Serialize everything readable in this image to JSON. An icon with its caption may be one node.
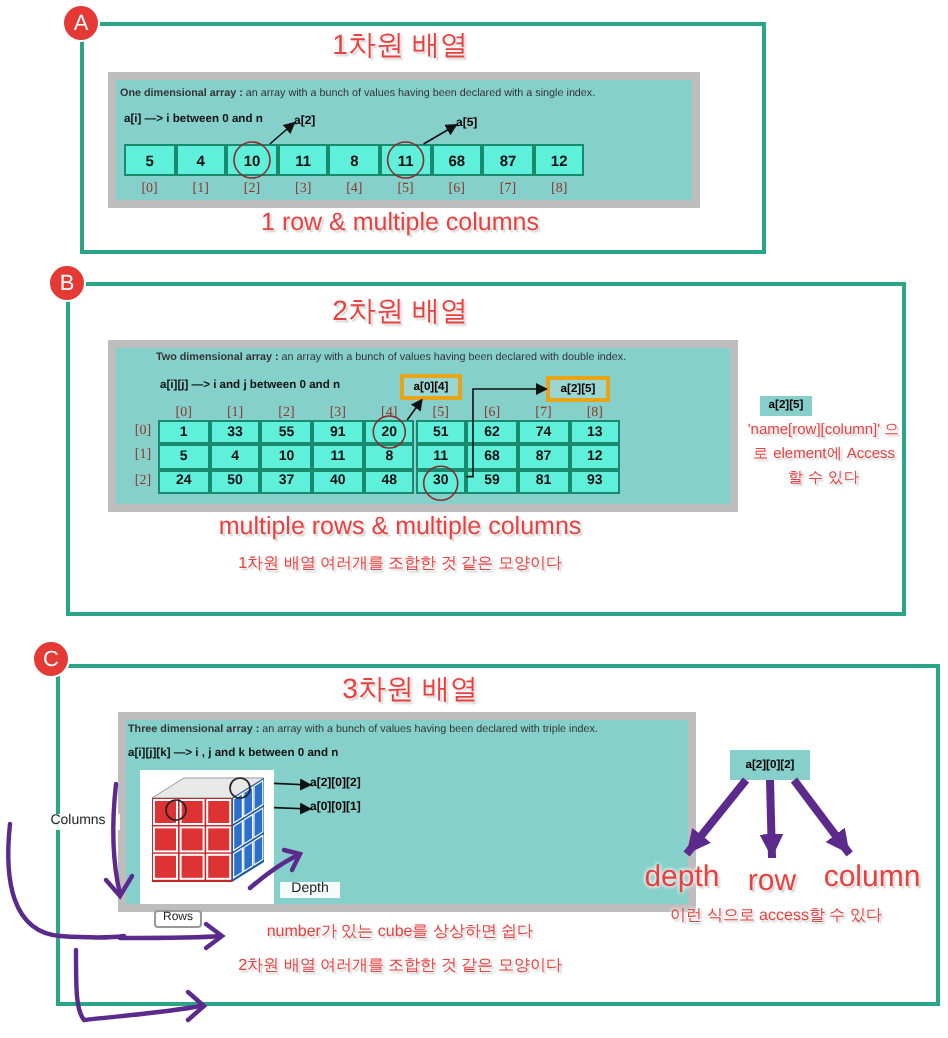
{
  "diagram": {
    "nodes": [
      {
        "text": [
          "1차원 배열",
          "1 row & multiple columns"
        ]
      },
      {
        "text": [
          "A"
        ]
      },
      {
        "text": [
          "**One dimensional array :** an array with a bunch of values having been declared with a single index.",
          "a[i] —> i between 0 and n"
        ],
        "in": 0
      },
      {
        "text": [
          "5"
        ],
        "in": 2,
        "beside": [
          "[0]"
        ]
      },
      {
        "text": [
          "4"
        ],
        "in": 2,
        "beside": [
          "[1]"
        ]
      },
      {
        "text": [
          "10"
        ],
        "in": 2,
        "beside": [
          "[2]"
        ]
      },
      {
        "text": [
          "11"
        ],
        "in": 2,
        "beside": [
          "[3]"
        ]
      },
      {
        "text": [
          "8"
        ],
        "in": 2,
        "beside": [
          "[4]"
        ]
      },
      {
        "text": [
          "11"
        ],
        "in": 2,
        "beside": [
          "[5]"
        ]
      },
      {
        "text": [
          "68"
        ],
        "in": 2,
        "beside": [
          "[6]"
        ]
      },
      {
        "text": [
          "87"
        ],
        "in": 2,
        "beside": [
          "[7]"
        ]
      },
      {
        "text": [
          "12"
        ],
        "in": 2,
        "beside": [
          "[8]"
        ]
      },
      {
        "text": [
          "a[2]"
        ],
        "in": 2
      },
      {
        "text": [
          "a[5]"
        ],
        "in": 2
      },
      {
        "text": [
          "2차원 배열",
          "multiple rows & multiple columns",
          "1차원 배열 여러개를 조합한 것 같은 모양이다"
        ]
      },
      {
        "text": [
          "B"
        ]
      },
      {
        "text": [
          "**Two dimensional array :** an array with a bunch of values having been declared with double index.",
          "a[i][j] —> i and j between 0 and n"
        ],
        "in": 14
      },
      {
        "text": [
          "1"
        ],
        "in": 16
      },
      {
        "text": [
          "33"
        ],
        "in": 16
      },
      {
        "text": [
          "55"
        ],
        "in": 16
      },
      {
        "text": [
          "91"
        ],
        "in": 16
      },
      {
        "text": [
          "20"
        ],
        "in": 16
      },
      {
        "text": [
          "51"
        ],
        "in": 16
      },
      {
        "text": [
          "62"
        ],
        "in": 16
      },
      {
        "text": [
          "74"
        ],
        "in": 16
      },
      {
        "text": [
          "13"
        ],
        "in": 16
      },
      {
        "text": [
          "5"
        ],
        "in": 16
      },
      {
        "text": [
          "4"
        ],
        "in": 16
      },
      {
        "text": [
          "10"
        ],
        "in": 16
      },
      {
        "text": [
          "11"
        ],
        "in": 16
      },
      {
        "text": [
          "8"
        ],
        "in": 16
      },
      {
        "text": [
          "11"
        ],
        "in": 16
      },
      {
        "text": [
          "68"
        ],
        "in": 16
      },
      {
        "text": [
          "87"
        ],
        "in": 16
      },
      {
        "text": [
          "12"
        ],
        "in": 16
      },
      {
        "text": [
          "24"
        ],
        "in": 16
      },
      {
        "text": [
          "50"
        ],
        "in": 16
      },
      {
        "text": [
          "37"
        ],
        "in": 16
      },
      {
        "text": [
          "40"
        ],
        "in": 16
      },
      {
        "text": [
          "48"
        ],
        "in": 16
      },
      {
        "text": [
          "30"
        ],
        "in": 16
      },
      {
        "text": [
          "59"
        ],
        "in": 16
      },
      {
        "text": [
          "81"
        ],
        "in": 16
      },
      {
        "text": [
          "93"
        ],
        "in": 16
      },
      {
        "text": [
          "a[0][4]"
        ],
        "in": 16
      },
      {
        "text": [
          "a[2][5]"
        ],
        "in": 16
      },
      {
        "text": [
          "a[2][5]"
        ],
        "in": 14
      },
      {
        "text": [
          "3차원 배열",
          "number가 있는 cube를 상상하면 쉽다",
          "2차원 배열 여러개를 조합한 것 같은 모양이다"
        ]
      },
      {
        "text": [
          "C"
        ]
      },
      {
        "text": [
          "**Three dimensional array :** an array with a bunch of values having been declared with triple index.",
          "a[i][j][k] —> i , j and k between 0 and n"
        ],
        "in": 47
      },
      {
        "text": [],
        "shape": "picture",
        "in": 49,
        "beside": [
          "Depth",
          "Rows"
        ]
      },
      {
        "text": [
          "a[2][0][2]"
        ],
        "in": 49
      },
      {
        "text": [
          "a[0][0][1]"
        ],
        "in": 49
      },
      {
        "text": [
          "a[2][0][2]"
        ],
        "in": 47
      },
      {
        "text": [
          "depth"
        ],
        "in": 47
      },
      {
        "text": [
          "row"
        ],
        "in": 47
      },
      {
        "text": [
          "column"
        ],
        "in": 47
      }
    ],
    "edges": [
      {
        "from": 5,
        "to": 12,
        "arrow": "to"
      },
      {
        "from": 8,
        "to": 13,
        "arrow": "to"
      },
      {
        "from": 21,
        "to": 44,
        "arrow": "to"
      },
      {
        "from": 40,
        "to": 45,
        "arrow": "to"
      },
      {
        "from": 50,
        "to": 51,
        "arrow": "to"
      },
      {
        "from": 50,
        "to": 52,
        "arrow": "to"
      },
      {
        "from": 53,
        "to": 54,
        "arrow": "to",
        "style": "thick",
        "color": "#5b2a8c"
      },
      {
        "from": 53,
        "to": 55,
        "arrow": "to",
        "style": "thick",
        "color": "#5b2a8c"
      },
      {
        "from": 53,
        "to": 56,
        "arrow": "to",
        "style": "thick",
        "color": "#5b2a8c"
      }
    ],
    "labels": [
      "[0]",
      "[1]",
      "[2]",
      "[3]",
      "[4]",
      "[5]",
      "[6]",
      "[7]",
      "[8]",
      "[0]",
      "[1]",
      "[2]",
      "'name[row][column]' 으로 element에 Access 할 수 있다",
      "Columns",
      "이런 식으로 access할 수 있다"
    ]
  }
}
